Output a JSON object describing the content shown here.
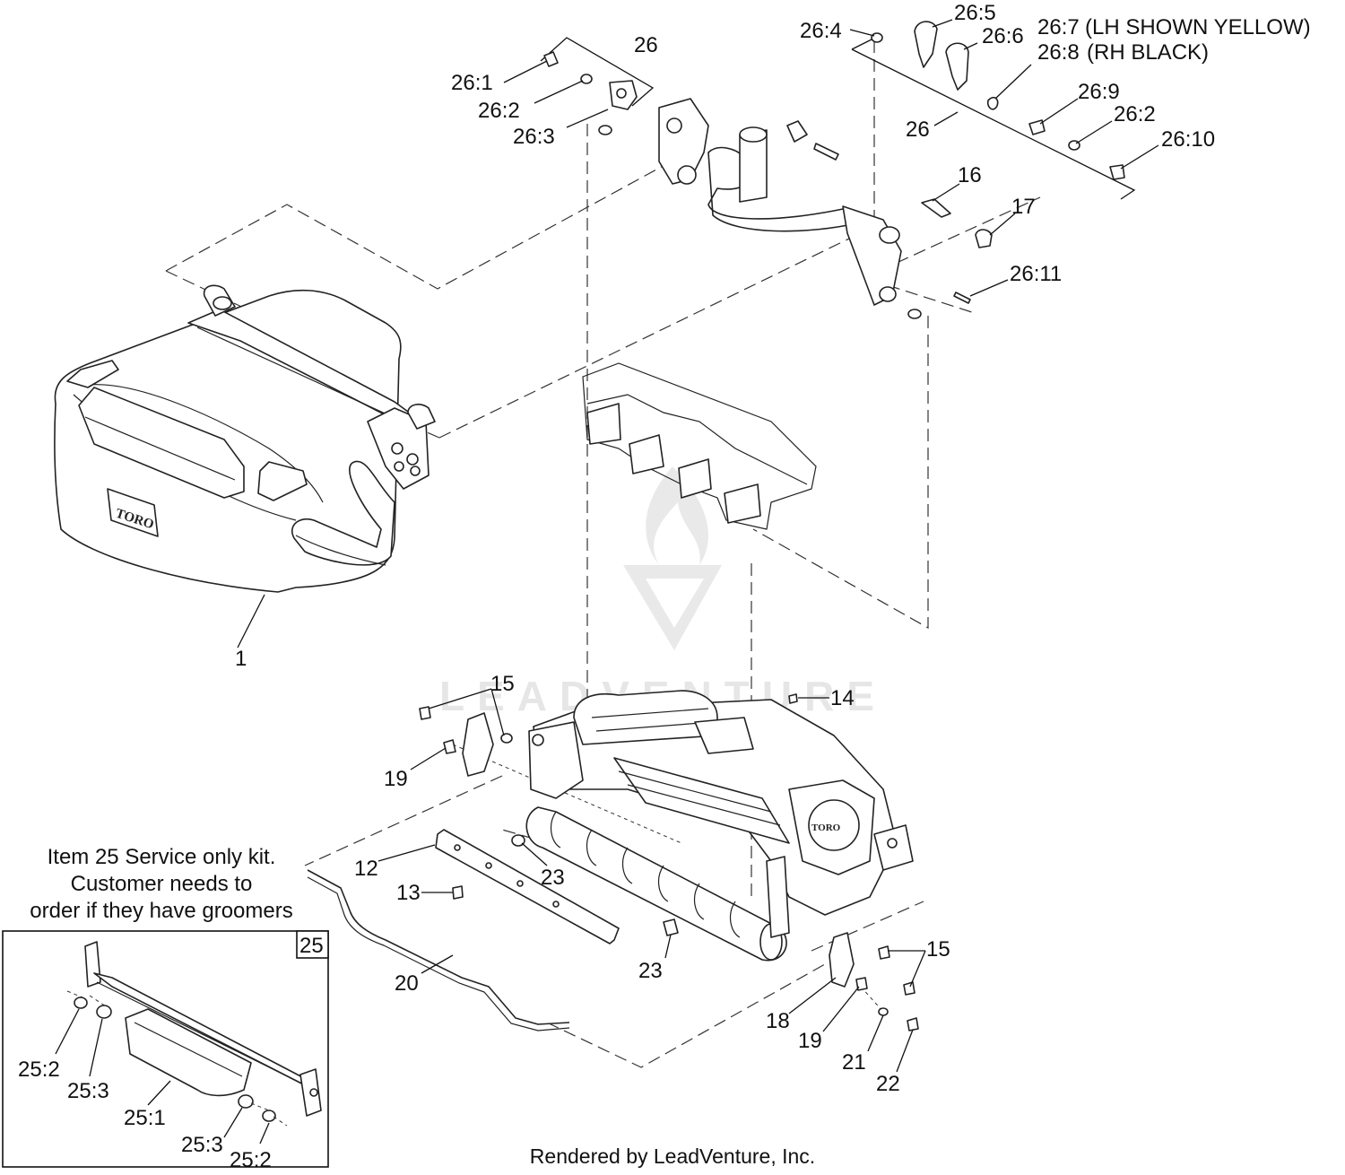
{
  "labels": {
    "l1": "1",
    "l12": "12",
    "l13": "13",
    "l14": "14",
    "l15a": "15",
    "l15b": "15",
    "l16": "16",
    "l17": "17",
    "l18": "18",
    "l19a": "19",
    "l19b": "19",
    "l20": "20",
    "l21": "21",
    "l22": "22",
    "l23a": "23",
    "l23b": "23",
    "l26a": "26",
    "l26b": "26",
    "l26_1": "26:1",
    "l26_2a": "26:2",
    "l26_2b": "26:2",
    "l26_3": "26:3",
    "l26_4": "26:4",
    "l26_5": "26:5",
    "l26_6": "26:6",
    "l26_7": "26:7",
    "l26_7note": "(LH SHOWN YELLOW)",
    "l26_8": "26:8",
    "l26_8note": "(RH BLACK)",
    "l26_9": "26:9",
    "l26_10": "26:10",
    "l26_11": "26:11",
    "l25_1": "25:1",
    "l25_2a": "25:2",
    "l25_2b": "25:2",
    "l25_3a": "25:3",
    "l25_3b": "25:3"
  },
  "kit": {
    "box_number": "25",
    "note_line1": "Item 25 Service only kit.",
    "note_line2": "Customer needs to",
    "note_line3": "order if they have groomers"
  },
  "brand": {
    "basket_logo": "TORO",
    "reel_logo": "TORO"
  },
  "watermark": {
    "text": "LEADVENTURE"
  },
  "footer": {
    "credit": "Rendered by LeadVenture, Inc."
  }
}
